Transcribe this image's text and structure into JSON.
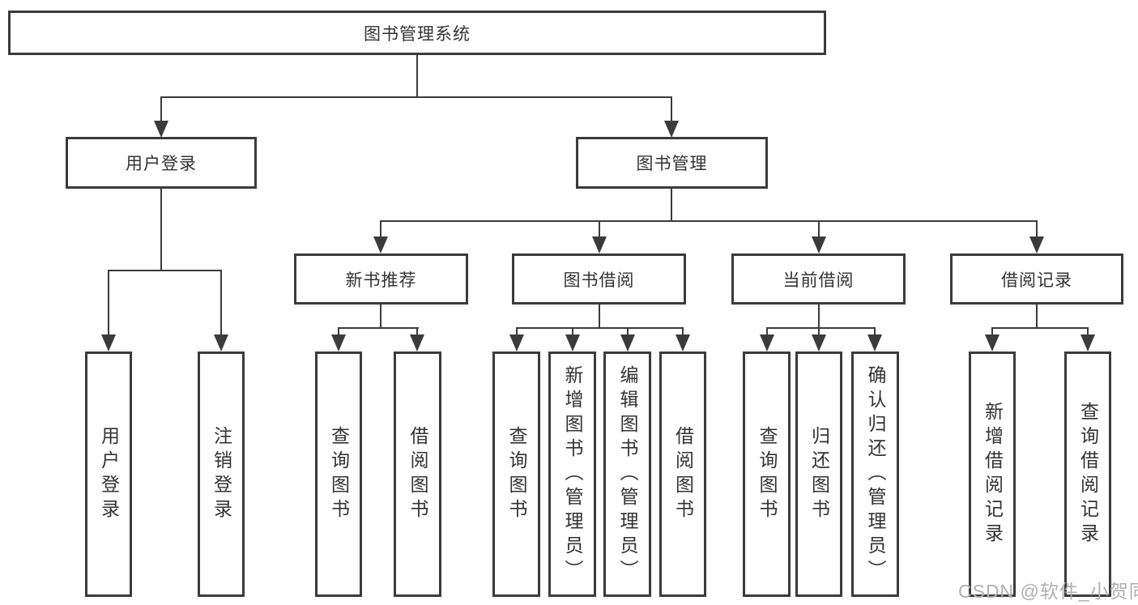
{
  "tree": {
    "root": {
      "label": "图书管理系统"
    },
    "branches": {
      "user_login": {
        "label": "用户登录",
        "children": {
          "login": "用户登录",
          "logout": "注销登录"
        }
      },
      "book_management": {
        "label": "图书管理",
        "sections": {
          "new_book_recommend": {
            "label": "新书推荐",
            "children": {
              "query_books": "查询图书",
              "borrow_books": "借阅图书"
            }
          },
          "book_borrowing": {
            "label": "图书借阅",
            "children": {
              "query_books": "查询图书",
              "add_books_admin": "新增图书（管理员）",
              "edit_books_admin": "编辑图书（管理员）",
              "borrow_books": "借阅图书"
            }
          },
          "current_borrowing": {
            "label": "当前借阅",
            "children": {
              "query_books": "查询图书",
              "return_books": "归还图书",
              "confirm_return_admin": "确认归还（管理员）"
            }
          },
          "borrowing_records": {
            "label": "借阅记录",
            "children": {
              "add_record": "新增借阅记录",
              "query_record": "查询借阅记录"
            }
          }
        }
      }
    }
  },
  "watermark": {
    "text": "CSDN @软件_小贺同学"
  },
  "colors": {
    "line": "#3b3b3b",
    "text": "#333333",
    "watermark": "#b0b0b0",
    "background": "#ffffff"
  }
}
